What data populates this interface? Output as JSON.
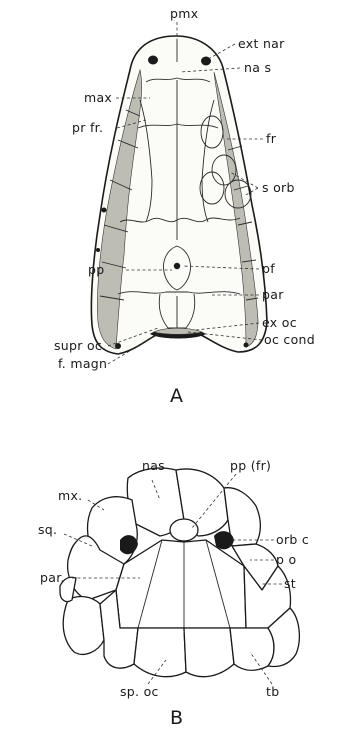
{
  "figure_a": {
    "panel_label": "A",
    "labels": {
      "pmx": "pmx",
      "ext_nar": "ext nar",
      "max": "max",
      "na_s": "na s",
      "pr_fr": "pr fr.",
      "fr": "fr",
      "s_orb": "s orb",
      "pf": "pf",
      "pp": "pp",
      "par": "par",
      "ex_oc": "ex oc",
      "supr_oc": "supr oc.",
      "oc_cond": "oc cond",
      "f_magn": "f. magn"
    }
  },
  "figure_b": {
    "panel_label": "B",
    "labels": {
      "nas": "nas",
      "pp_fr": "pp (fr)",
      "mx": "mx.",
      "orb_c": "orb c",
      "sq": "sq.",
      "p_o": "p o",
      "par": "par.",
      "st": "st",
      "sp_oc": "sp. oc",
      "tb": "tb"
    }
  }
}
